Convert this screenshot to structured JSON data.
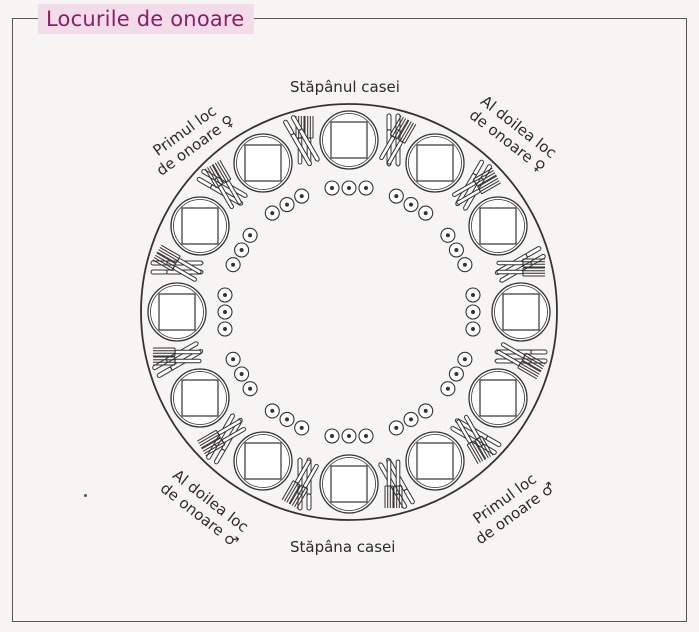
{
  "title": "Locurile de onoare",
  "labels": {
    "host": "Stăpânul casei",
    "hostess": "Stăpâna casei",
    "first_female_1": "Primul loc",
    "first_female_2": "de onoare ♀",
    "second_female_1": "Al doilea loc",
    "second_female_2": "de onoare ♀",
    "second_male_1": "Al doilea loc",
    "second_male_2": "de onoare ♂",
    "first_male_1": "Primul loc",
    "first_male_2": "de onoare ♂"
  },
  "colors": {
    "title_bg": "#f3dcea",
    "title_text": "#8a1f66",
    "line": "#333333"
  },
  "place_settings": 12,
  "glasses_per_setting": 3
}
